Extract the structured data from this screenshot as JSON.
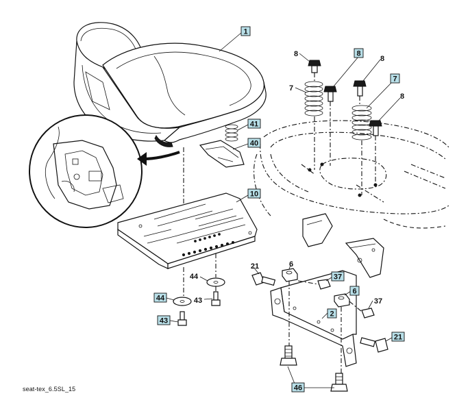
{
  "colors": {
    "callout_box_fill": "#b8dfe8",
    "line": "#111111",
    "background": "#ffffff"
  },
  "callouts": [
    {
      "id": "1",
      "boxed": true,
      "part": "seat"
    },
    {
      "id": "8",
      "boxed": false,
      "part": "bolt-top-left"
    },
    {
      "id": "8",
      "boxed": true,
      "part": "bolt-mid-left"
    },
    {
      "id": "8",
      "boxed": false,
      "part": "bolt-mid-right"
    },
    {
      "id": "7",
      "boxed": false,
      "part": "spring-left"
    },
    {
      "id": "7",
      "boxed": true,
      "part": "spring-right"
    },
    {
      "id": "8",
      "boxed": false,
      "part": "bolt-right"
    },
    {
      "id": "41",
      "boxed": true,
      "part": "small-spring"
    },
    {
      "id": "40",
      "boxed": true,
      "part": "latch-clip"
    },
    {
      "id": "10",
      "boxed": true,
      "part": "seat-pan-bracket"
    },
    {
      "id": "21",
      "boxed": false,
      "part": "bolt-left-21"
    },
    {
      "id": "6",
      "boxed": false,
      "part": "nut-left-6"
    },
    {
      "id": "44",
      "boxed": false,
      "part": "washer-right-44"
    },
    {
      "id": "37",
      "boxed": true,
      "part": "nut-left-37"
    },
    {
      "id": "6",
      "boxed": true,
      "part": "nut-right-6"
    },
    {
      "id": "37",
      "boxed": false,
      "part": "nut-right-37"
    },
    {
      "id": "44",
      "boxed": true,
      "part": "washer-left-44"
    },
    {
      "id": "43",
      "boxed": false,
      "part": "screw-right-43"
    },
    {
      "id": "2",
      "boxed": true,
      "part": "pivot-bracket"
    },
    {
      "id": "21",
      "boxed": true,
      "part": "bolt-right-21"
    },
    {
      "id": "43",
      "boxed": true,
      "part": "screw-left-43"
    },
    {
      "id": "46",
      "boxed": true,
      "part": "bolts-bottom"
    }
  ],
  "footer": {
    "caption": "seat-tex_6.5SL_15"
  }
}
